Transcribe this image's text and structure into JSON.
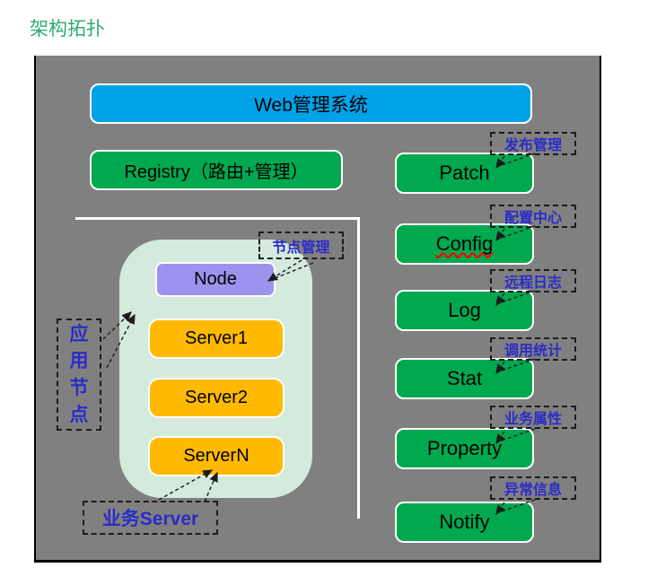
{
  "title": "架构拓扑",
  "panel": {
    "web_bar": "Web管理系统",
    "registry": "Registry（路由+管理）",
    "cluster": {
      "node": "Node",
      "servers": [
        "Server1",
        "Server2",
        "ServerN"
      ],
      "node_tag": "节点管理",
      "group_tag": "应用节点",
      "servers_tag": "业务Server"
    },
    "services": [
      {
        "name": "Patch",
        "tag": "发布管理"
      },
      {
        "name": "Config",
        "tag": "配置中心"
      },
      {
        "name": "Log",
        "tag": "远程日志"
      },
      {
        "name": "Stat",
        "tag": "调用统计"
      },
      {
        "name": "Property",
        "tag": "业务属性"
      },
      {
        "name": "Notify",
        "tag": "异常信息"
      }
    ],
    "colors": {
      "panel_bg": "#808080",
      "web_bar_blue": "#00A2E8",
      "service_green": "#00A94F",
      "cluster_mint": "#D3EADD",
      "node_purple": "#9B93EE",
      "server_orange": "#FFB900",
      "annotation_blue": "#2B2BC8",
      "title_green": "#2FAC74"
    }
  }
}
